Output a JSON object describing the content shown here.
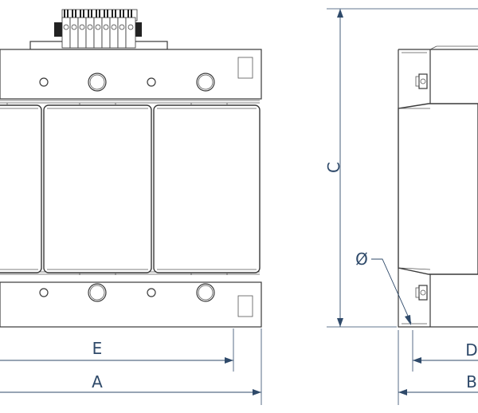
{
  "dimensions": {
    "a": "A",
    "b": "B",
    "c": "C",
    "d": "D",
    "e": "E",
    "diameter": "Ø"
  }
}
